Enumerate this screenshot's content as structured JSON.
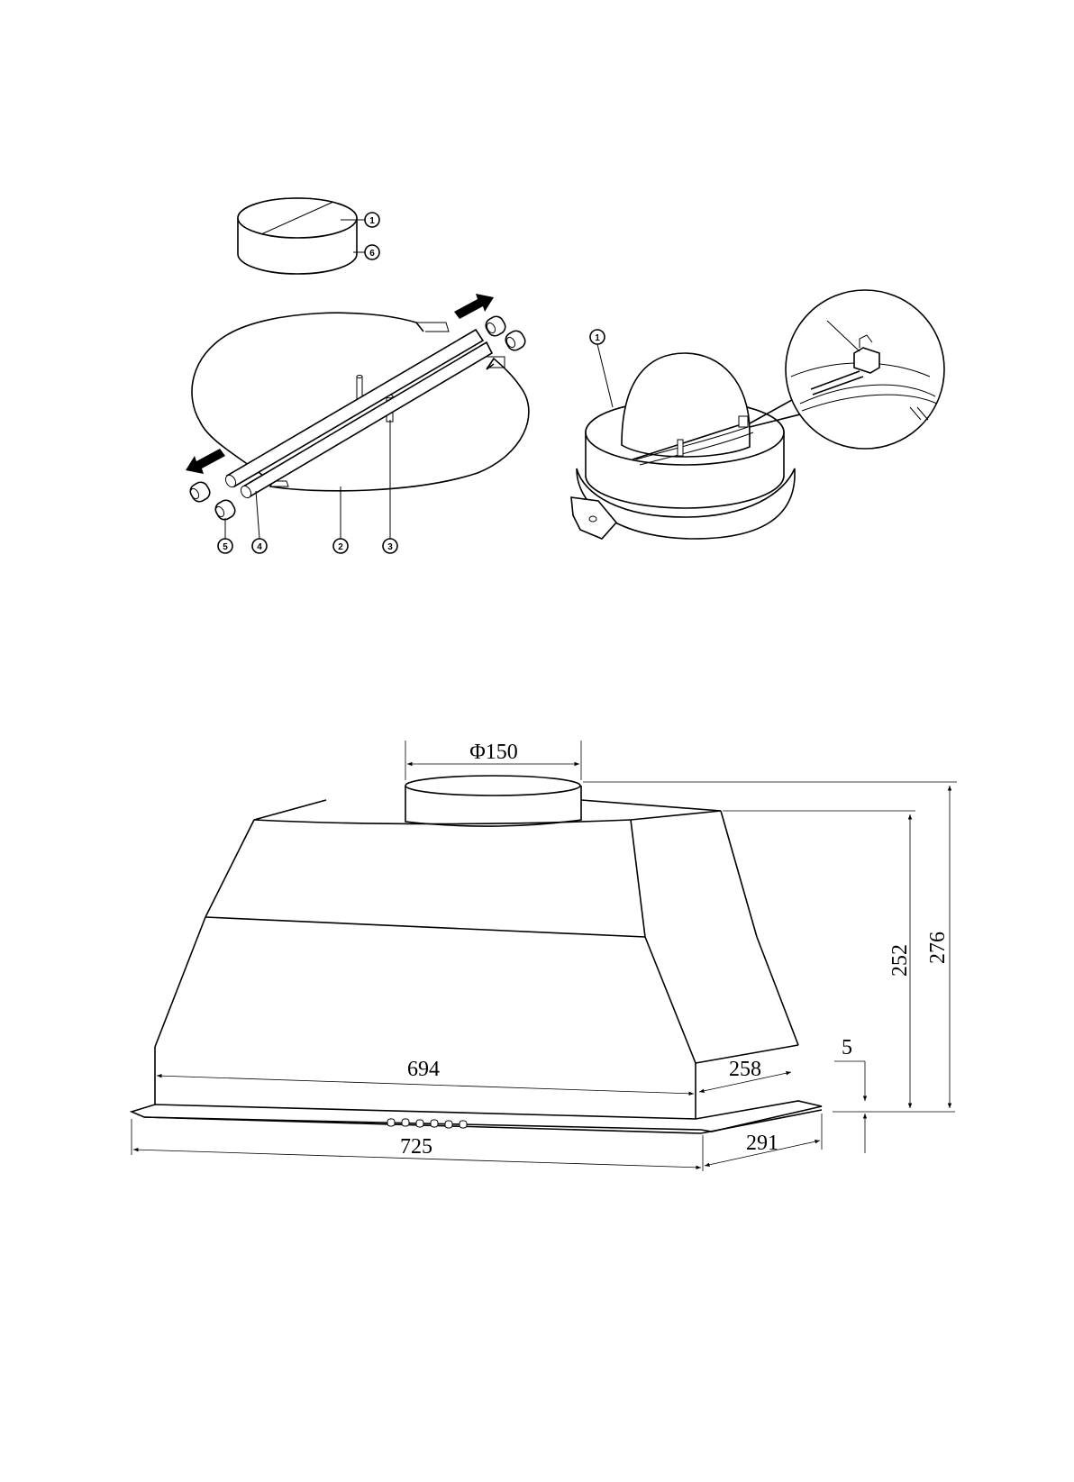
{
  "top_figure": {
    "callouts": {
      "damper_1": "1",
      "seal_6": "6",
      "rod_5": "5",
      "rod_4": "4",
      "flap_2": "2",
      "pin_3": "3",
      "assembly_1": "1"
    }
  },
  "dimensions": {
    "outlet_diameter": "Φ150",
    "body_width": "694",
    "body_depth": "258",
    "gap": "5",
    "total_width": "725",
    "total_depth": "291",
    "body_height": "252",
    "total_height": "276"
  }
}
